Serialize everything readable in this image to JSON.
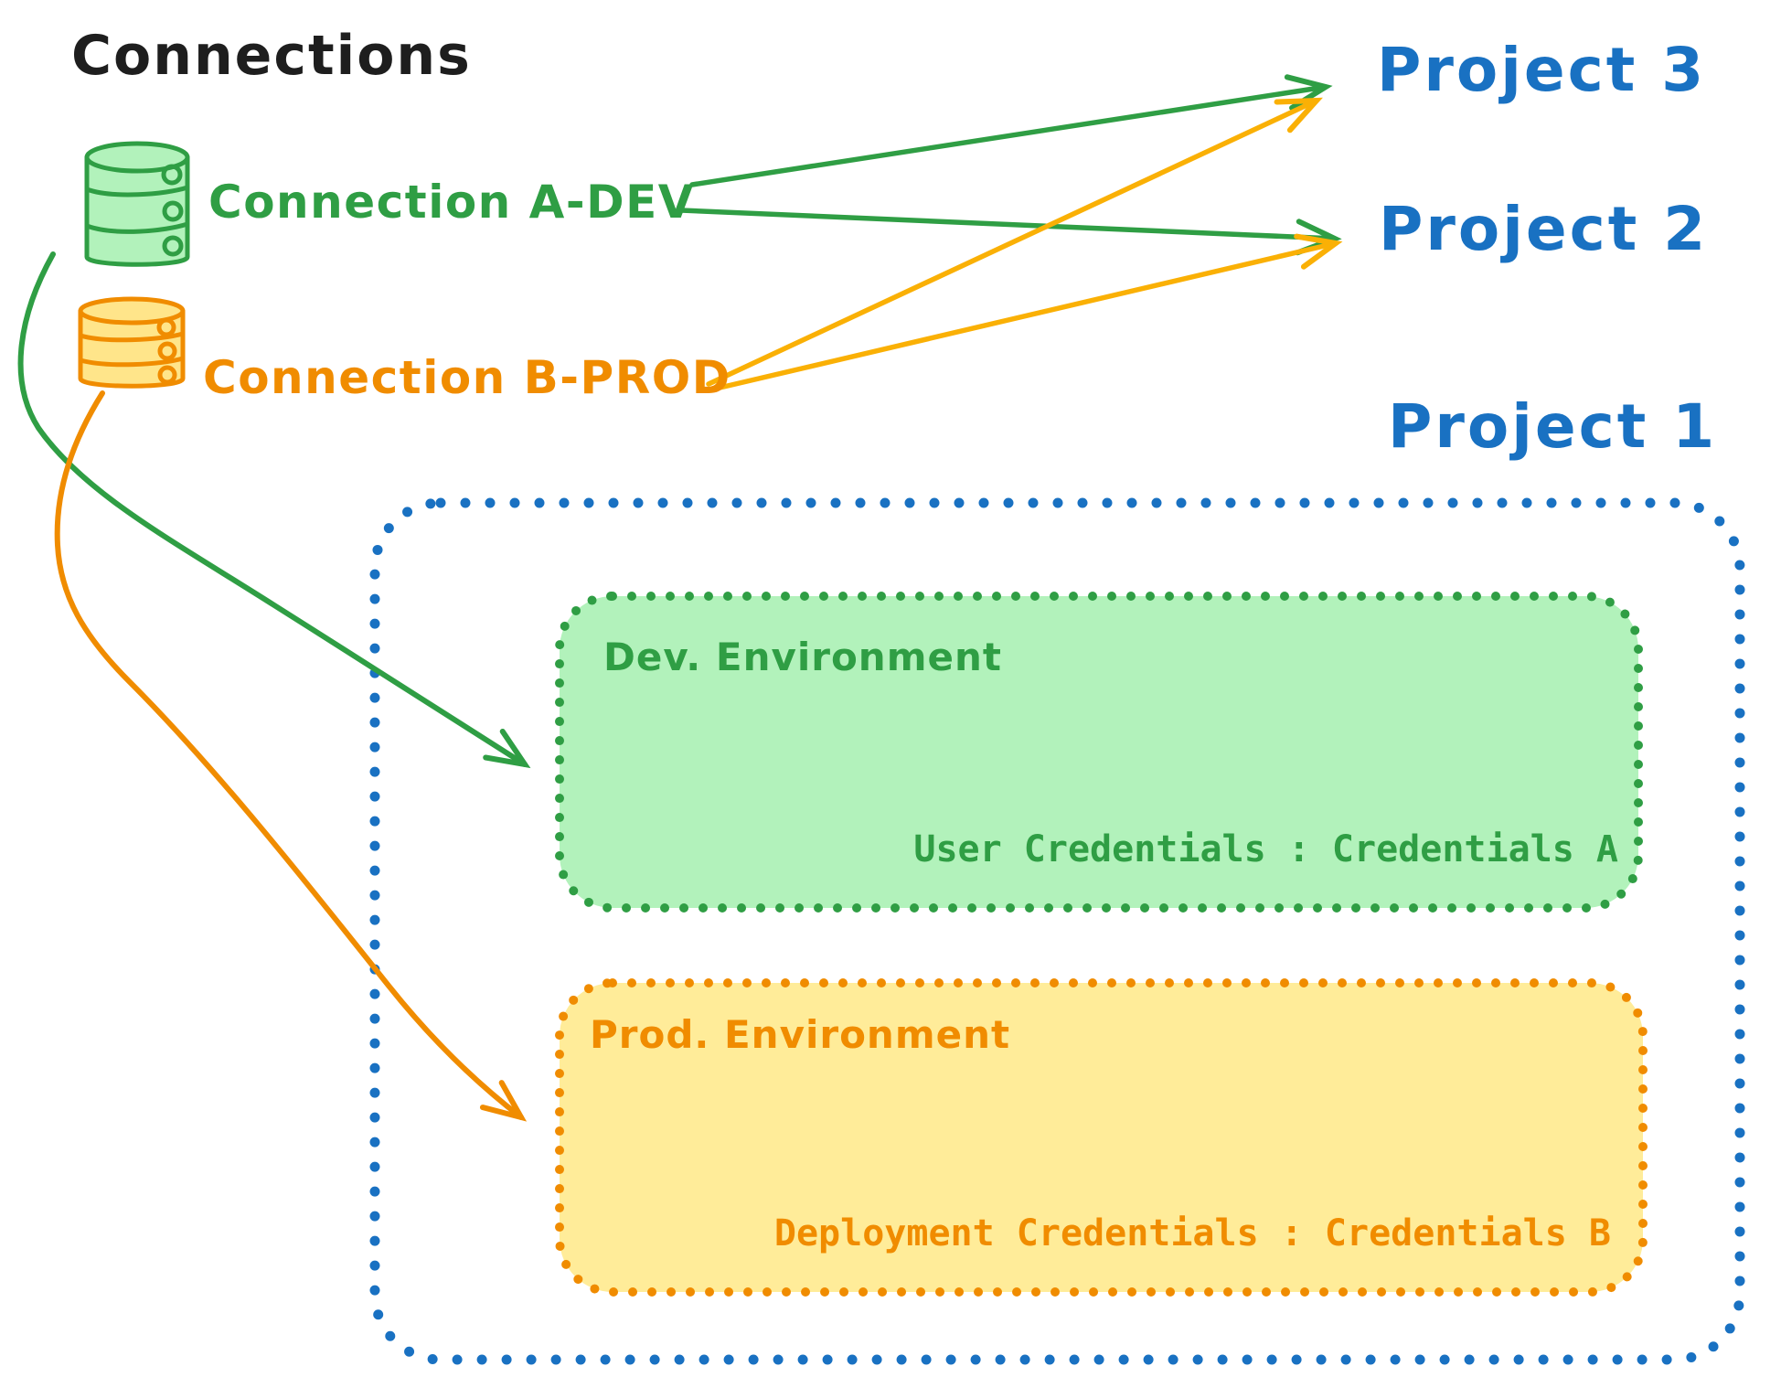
{
  "title": "Connections",
  "palette": {
    "text_black": "#1e1e1e",
    "project_blue": "#1971c2",
    "dev_green": "#2f9e44",
    "dev_green_fill": "#b2f2bb",
    "prod_orange": "#f08c00",
    "prod_orange_fill": "#ffec99",
    "arrow_amber": "#fab005"
  },
  "connections": [
    {
      "label": "Connection A-DEV",
      "icon": "database-cylinder-icon",
      "color": "#2f9e44"
    },
    {
      "label": "Connection B-PROD",
      "icon": "database-cylinder-icon",
      "color": "#f08c00"
    }
  ],
  "projects": [
    {
      "label": "Project 3"
    },
    {
      "label": "Project 2"
    },
    {
      "label": "Project 1"
    }
  ],
  "environments": [
    {
      "title": "Dev. Environment",
      "credentials": "User Credentials : Credentials A"
    },
    {
      "title": "Prod. Environment",
      "credentials": "Deployment Credentials : Credentials B"
    }
  ],
  "edges": [
    {
      "from": "Connection A-DEV",
      "to": "Project 3"
    },
    {
      "from": "Connection A-DEV",
      "to": "Project 2"
    },
    {
      "from": "Connection B-PROD",
      "to": "Project 3"
    },
    {
      "from": "Connection B-PROD",
      "to": "Project 2"
    },
    {
      "from": "Connection A-DEV",
      "to": "Dev. Environment"
    },
    {
      "from": "Connection B-PROD",
      "to": "Prod. Environment"
    }
  ]
}
